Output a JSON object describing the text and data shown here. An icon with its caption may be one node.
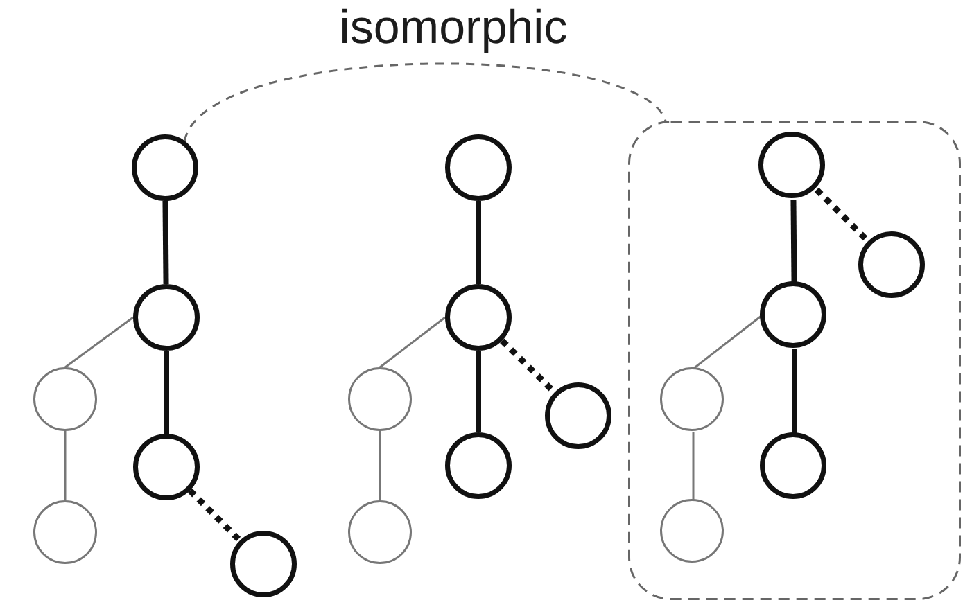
{
  "diagram": {
    "nodes": [
      {
        "text": [],
        "shape": "circle"
      },
      {
        "text": [],
        "shape": "circle"
      },
      {
        "text": [],
        "shape": "circle"
      },
      {
        "text": [],
        "shape": "circle"
      },
      {
        "text": [],
        "shape": "circle"
      },
      {
        "text": [],
        "shape": "circle"
      },
      {
        "text": [],
        "shape": "circle"
      },
      {
        "text": [],
        "shape": "circle"
      },
      {
        "text": [],
        "shape": "circle"
      },
      {
        "text": [],
        "shape": "circle"
      },
      {
        "text": [],
        "shape": "circle"
      },
      {
        "text": [],
        "shape": "circle"
      },
      {
        "text": [],
        "shape": "box"
      },
      {
        "text": [],
        "shape": "circle",
        "in": 12
      },
      {
        "text": [],
        "shape": "circle",
        "in": 12
      },
      {
        "text": [],
        "shape": "circle",
        "in": 12
      },
      {
        "text": [],
        "shape": "circle",
        "in": 12
      },
      {
        "text": [],
        "shape": "circle",
        "in": 12
      },
      {
        "text": [],
        "shape": "circle",
        "in": 12
      }
    ],
    "edges": [
      {
        "from": 0,
        "to": 1,
        "arrow": "none"
      },
      {
        "from": 1,
        "to": 2,
        "arrow": "none",
        "color": "#777777"
      },
      {
        "from": 1,
        "to": 3,
        "arrow": "none"
      },
      {
        "from": 2,
        "to": 4,
        "arrow": "none",
        "color": "#777777"
      },
      {
        "from": 3,
        "to": 5,
        "arrow": "none",
        "style": "dashed"
      },
      {
        "from": 6,
        "to": 7,
        "arrow": "none"
      },
      {
        "from": 7,
        "to": 8,
        "arrow": "none",
        "color": "#777777"
      },
      {
        "from": 7,
        "to": 10,
        "arrow": "none"
      },
      {
        "from": 7,
        "to": 9,
        "arrow": "none",
        "style": "dashed"
      },
      {
        "from": 8,
        "to": 11,
        "arrow": "none",
        "color": "#777777"
      },
      {
        "from": 13,
        "to": 15,
        "arrow": "none"
      },
      {
        "from": 13,
        "to": 14,
        "arrow": "none",
        "style": "dashed"
      },
      {
        "from": 15,
        "to": 16,
        "arrow": "none",
        "color": "#777777"
      },
      {
        "from": 15,
        "to": 17,
        "arrow": "none"
      },
      {
        "from": 16,
        "to": 18,
        "arrow": "none",
        "color": "#777777"
      },
      {
        "from": 0,
        "to": 12,
        "label": "isomorphic",
        "arrow": "none",
        "style": "dashed",
        "color": "#666666"
      }
    ]
  }
}
